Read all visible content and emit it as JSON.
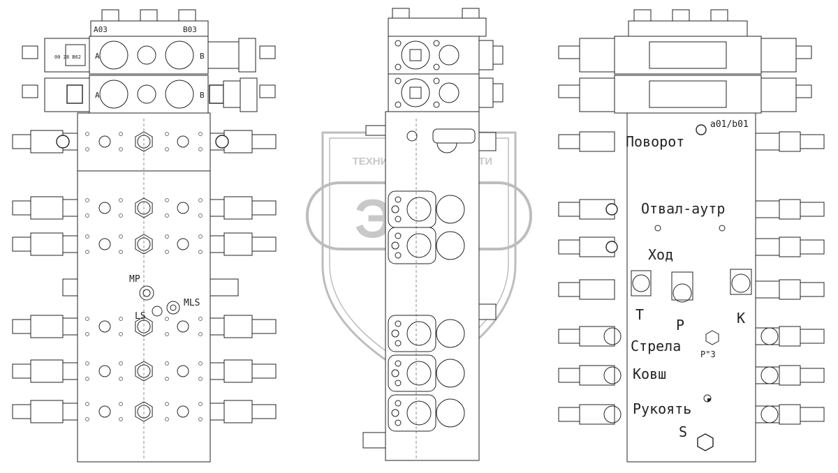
{
  "views": {
    "left": {
      "top_labels": [
        "A03",
        "B03"
      ],
      "port_a": "A",
      "port_b": "B",
      "plate_code": "00 Z8 B62",
      "ports": [
        "MP",
        "LS",
        "MLS"
      ]
    },
    "right": {
      "code": "a01/b01",
      "sections": [
        "Поворот",
        "Отвал-аутр",
        "Ход",
        "Стрела",
        "Ковш",
        "Рукоять"
      ],
      "ports": [
        "T",
        "P",
        "K",
        "S"
      ],
      "p3_label": "P\"3"
    }
  },
  "watermark": {
    "top_text": "ТЕХНИКА",
    "top_text_right": "ЗАПЧАСТИ",
    "logo_text": "ЭТФ"
  },
  "colors": {
    "line": "#222222",
    "watermark": "#bdbdbd",
    "background": "#ffffff"
  }
}
